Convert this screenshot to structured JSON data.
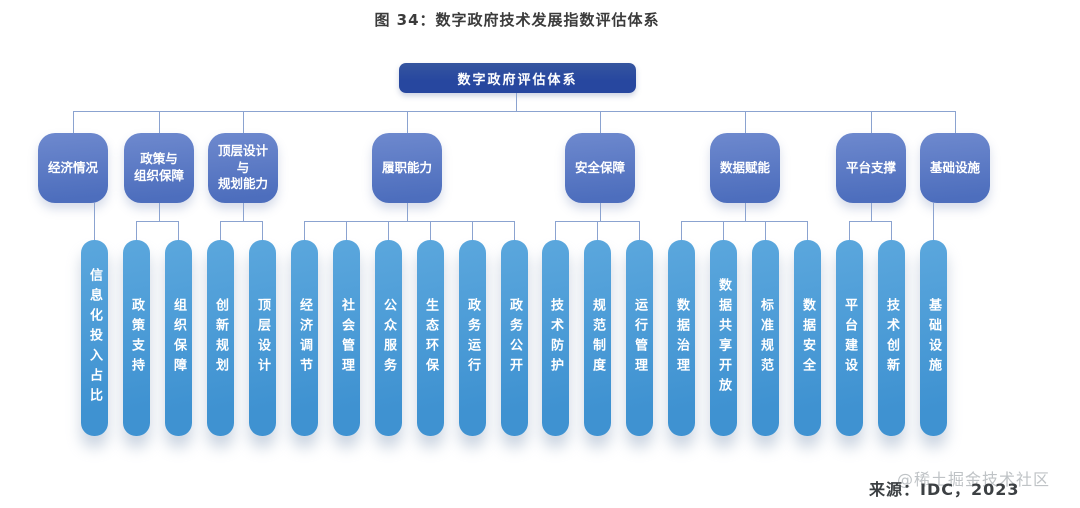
{
  "title": "图 34：数字政府技术发展指数评估体系",
  "root": {
    "label": "数字政府评估体系"
  },
  "categories": [
    {
      "label": "经济情况",
      "label_lines": [
        "经济情况"
      ],
      "children": [
        "信息化投入占比"
      ]
    },
    {
      "label": "政策与组织保障",
      "label_lines": [
        "政策与",
        "组织保障"
      ],
      "children": [
        "政策支持",
        "组织保障"
      ]
    },
    {
      "label": "顶层设计与规划能力",
      "label_lines": [
        "顶层设计",
        "与",
        "规划能力"
      ],
      "children": [
        "创新规划",
        "顶层设计"
      ]
    },
    {
      "label": "履职能力",
      "label_lines": [
        "履职能力"
      ],
      "children": [
        "经济调节",
        "社会管理",
        "公众服务",
        "生态环保",
        "政务运行",
        "政务公开"
      ]
    },
    {
      "label": "安全保障",
      "label_lines": [
        "安全保障"
      ],
      "children": [
        "技术防护",
        "规范制度",
        "运行管理"
      ]
    },
    {
      "label": "数据赋能",
      "label_lines": [
        "数据赋能"
      ],
      "children": [
        "数据治理",
        "数据共享开放",
        "标准规范",
        "数据安全"
      ]
    },
    {
      "label": "平台支撑",
      "label_lines": [
        "平台支撑"
      ],
      "children": [
        "平台建设",
        "技术创新"
      ]
    },
    {
      "label": "基础设施",
      "label_lines": [
        "基础设施"
      ],
      "children": [
        "基础设施"
      ]
    }
  ],
  "source": "来源：IDC，2023",
  "watermark": "@稀土掘金技术社区",
  "colors": {
    "root_node": "#27479f",
    "category_top": "#6e89ce",
    "category_bottom": "#4d6ebd",
    "bar_top": "#5ba7dd",
    "bar_bottom": "#3f92d1",
    "connector": "#8ba3d0",
    "title_text": "#3b3b3b",
    "source_text": "#3c4043",
    "watermark_text": "#bfc3c6"
  }
}
